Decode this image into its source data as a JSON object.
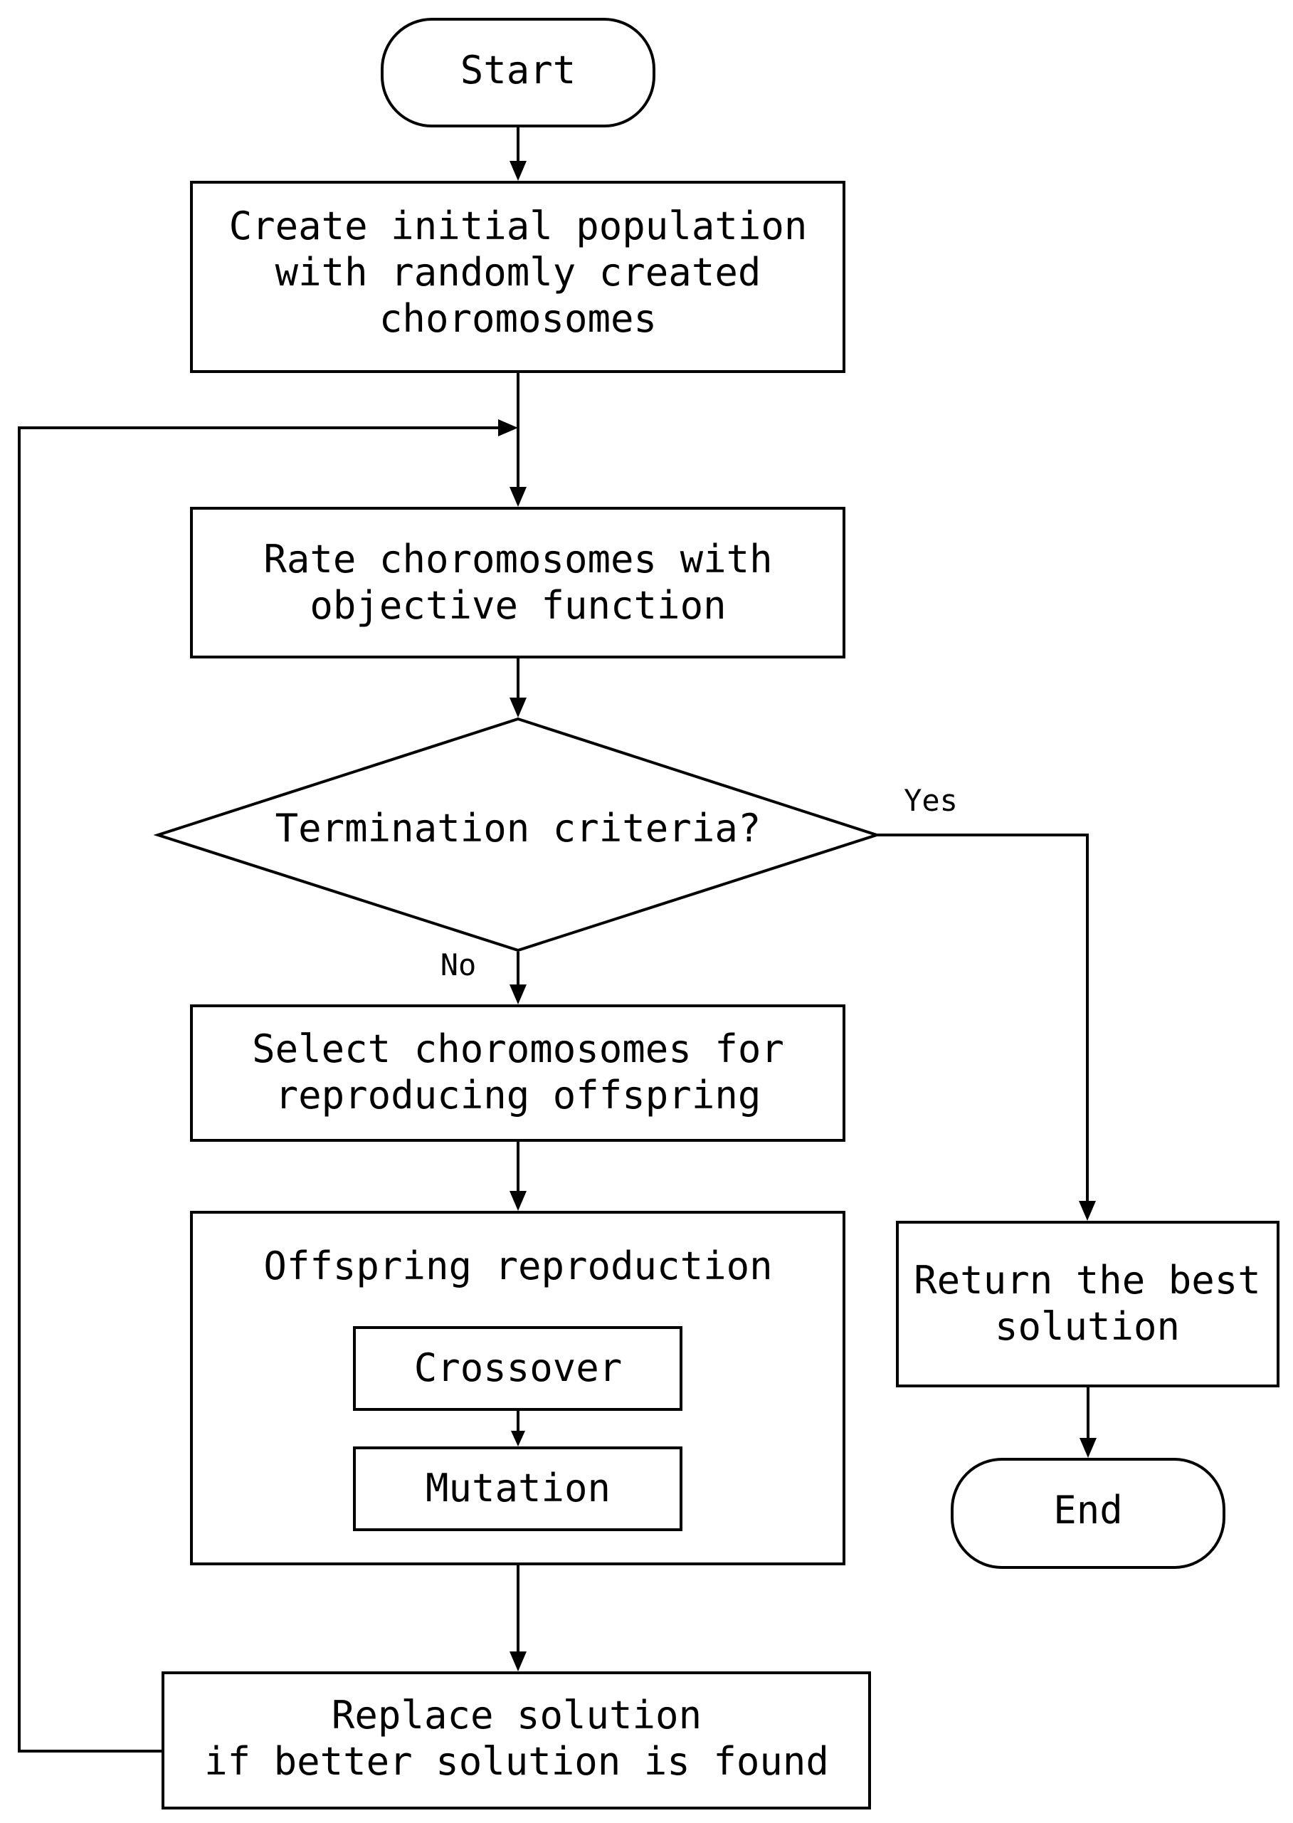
{
  "nodes": {
    "start": "Start",
    "create_population": [
      "Create initial population",
      "with randomly created",
      "choromosomes"
    ],
    "rate": [
      "Rate choromosomes with",
      "objective function"
    ],
    "termination": "Termination criteria?",
    "select": [
      "Select choromosomes for",
      "reproducing offspring"
    ],
    "offspring_group": "Offspring reproduction",
    "crossover": "Crossover",
    "mutation": "Mutation",
    "replace": [
      "Replace solution",
      "if better solution is found"
    ],
    "return_best": [
      "Return the best",
      "solution"
    ],
    "end": "End"
  },
  "edge_labels": {
    "yes": "Yes",
    "no": "No"
  }
}
